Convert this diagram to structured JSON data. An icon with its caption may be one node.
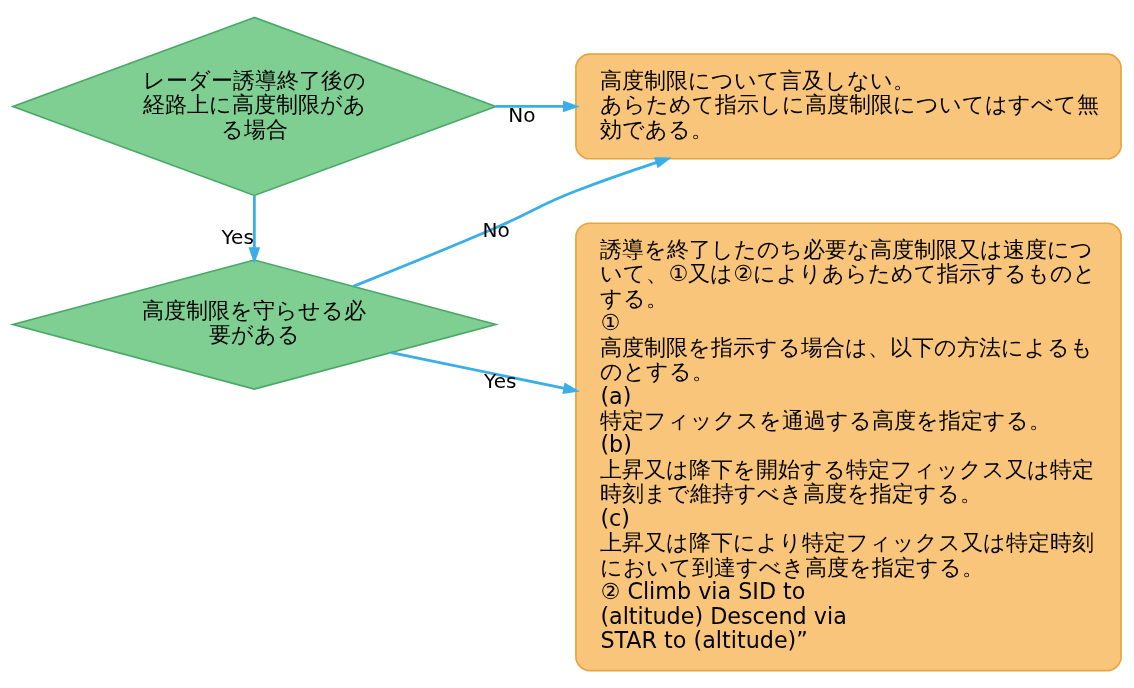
{
  "diagram": {
    "nodes": [
      {
        "text": [
          "レーダー誘導終了後の経路上に高度制限がある場合"
        ]
      },
      {
        "text": [
          "高度制限について言及しない。",
          "あらためて指示しに高度制限についてはすべて無効である。"
        ]
      },
      {
        "text": [
          "高度制限を守らせる必要がある"
        ]
      },
      {
        "text": [
          "誘導を終了したのち必要な高度制限又は速度について、①又は②によりあらためて指示するものとする。",
          "① 高度制限を指示する場合は、以下の方法によるものとする。",
          "(a) 特定フィックスを通過する高度を指定する。",
          "(b) 上昇又は降下を開始する特定フィックス又は特定時刻まで維持すべき高度を指定する。",
          "(c) 上昇又は降下により特定フィックス又は特定時刻において到達すべき高度を指定する。",
          "② Climb via SID to (altitude) Descend via STAR to (altitude)”"
        ]
      }
    ],
    "edges": [
      {
        "from": 0,
        "to": 1,
        "arrow": "to",
        "label": "No"
      },
      {
        "from": 0,
        "to": 2,
        "arrow": "to",
        "label": "Yes"
      },
      {
        "from": 2,
        "to": 1,
        "arrow": "to",
        "label": "No"
      },
      {
        "from": 2,
        "to": 3,
        "arrow": "to",
        "label": "Yes"
      }
    ]
  }
}
